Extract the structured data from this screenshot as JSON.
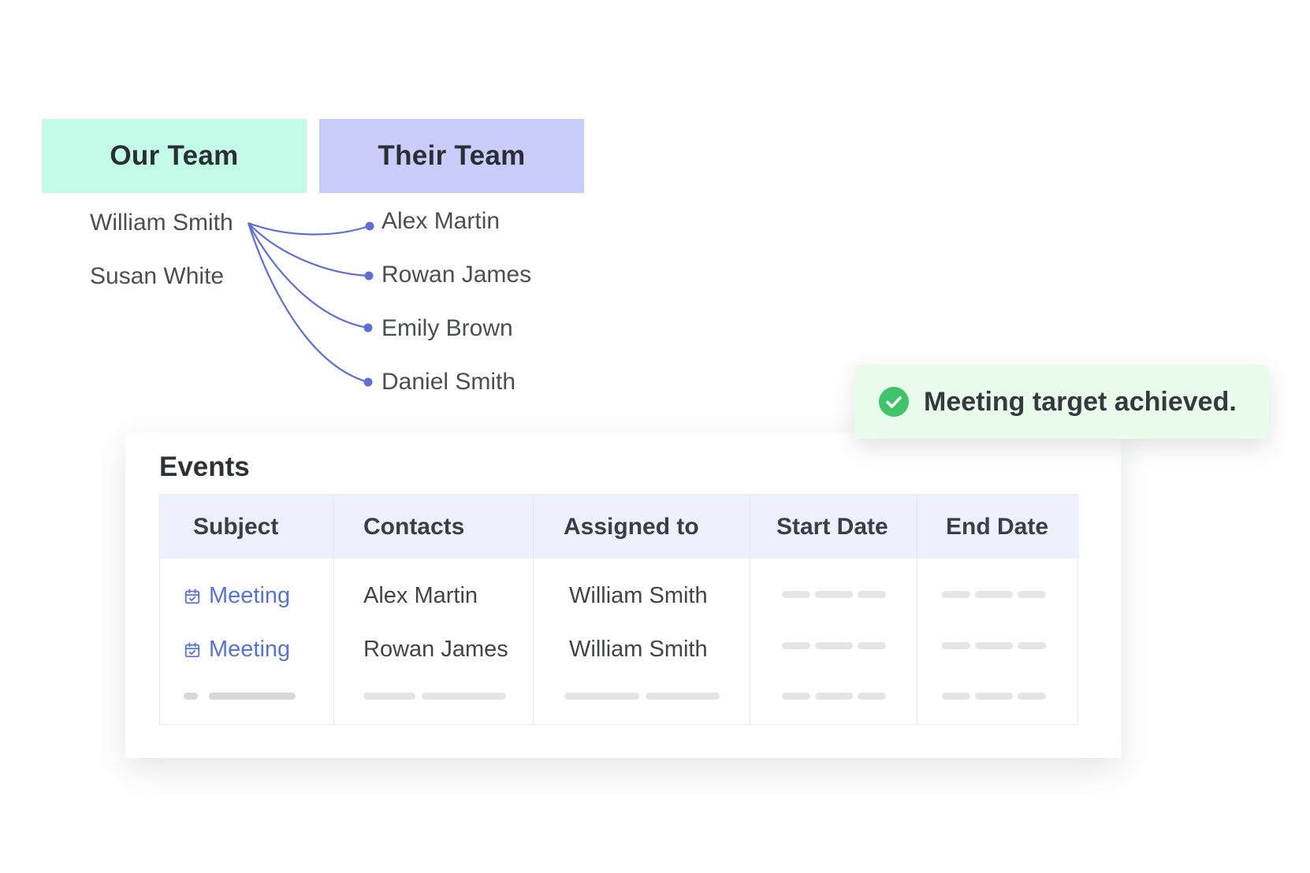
{
  "teams": {
    "ours": {
      "title": "Our Team",
      "members": [
        "William Smith",
        "Susan White"
      ]
    },
    "theirs": {
      "title": "Their Team",
      "members": [
        "Alex Martin",
        "Rowan James",
        "Emily Brown",
        "Daniel Smith"
      ]
    }
  },
  "toast": {
    "message": "Meeting target achieved.",
    "icon": "check-circle-icon",
    "color": "#3fc46a"
  },
  "events": {
    "title": "Events",
    "columns": [
      "Subject",
      "Contacts",
      "Assigned to",
      "Start Date",
      "End Date"
    ],
    "rows": [
      {
        "subject": "Meeting",
        "contact": "Alex Martin",
        "assigned": "William Smith"
      },
      {
        "subject": "Meeting",
        "contact": "Rowan James",
        "assigned": "William Smith"
      }
    ]
  },
  "colors": {
    "our_team_bg": "#c3fbe8",
    "their_team_bg": "#c9cdfb",
    "link": "#5873d6",
    "table_header_bg": "#eef1fd",
    "toast_bg": "#e9fbea"
  }
}
